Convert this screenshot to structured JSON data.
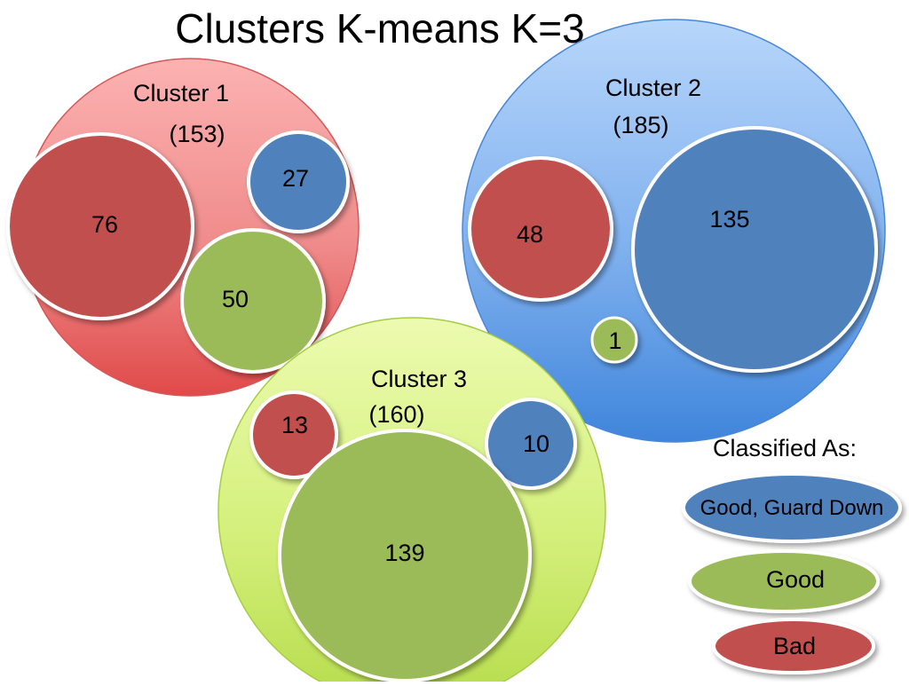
{
  "title": "Clusters K-means K=3",
  "colors": {
    "bad": "#c0504d",
    "good": "#9bbb59",
    "good_guard_down": "#4f81bd"
  },
  "clusters": [
    {
      "name": "Cluster 1",
      "total": "(153)",
      "subclusters": [
        {
          "class": "bad",
          "count": "76"
        },
        {
          "class": "good_guard_down",
          "count": "27"
        },
        {
          "class": "good",
          "count": "50"
        }
      ]
    },
    {
      "name": "Cluster 2",
      "total": "(185)",
      "subclusters": [
        {
          "class": "bad",
          "count": "48"
        },
        {
          "class": "good_guard_down",
          "count": "135"
        },
        {
          "class": "good",
          "count": "1"
        }
      ]
    },
    {
      "name": "Cluster 3",
      "total": "(160)",
      "subclusters": [
        {
          "class": "bad",
          "count": "13"
        },
        {
          "class": "good_guard_down",
          "count": "10"
        },
        {
          "class": "good",
          "count": "139"
        }
      ]
    }
  ],
  "legend": {
    "heading": "Classified As:",
    "items": [
      {
        "class": "good_guard_down",
        "label": "Good, Guard Down"
      },
      {
        "class": "good",
        "label": "Good"
      },
      {
        "class": "bad",
        "label": "Bad"
      }
    ]
  }
}
